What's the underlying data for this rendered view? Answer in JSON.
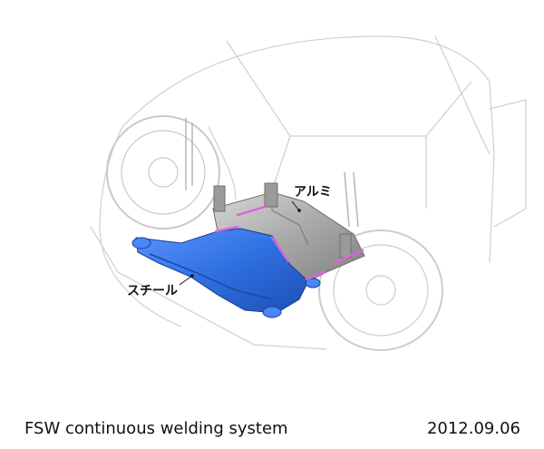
{
  "figure": {
    "labels": {
      "aluminum": "アルミ",
      "steel": "スチール"
    },
    "colors": {
      "steel_frame": "#2f6fe0",
      "aluminum_frame": "#a9a9a9",
      "weld_seam": "#e060e0",
      "car_outline": "#c8c8c8"
    }
  },
  "caption": {
    "title": "FSW continuous welding system",
    "date": "2012.09.06"
  }
}
